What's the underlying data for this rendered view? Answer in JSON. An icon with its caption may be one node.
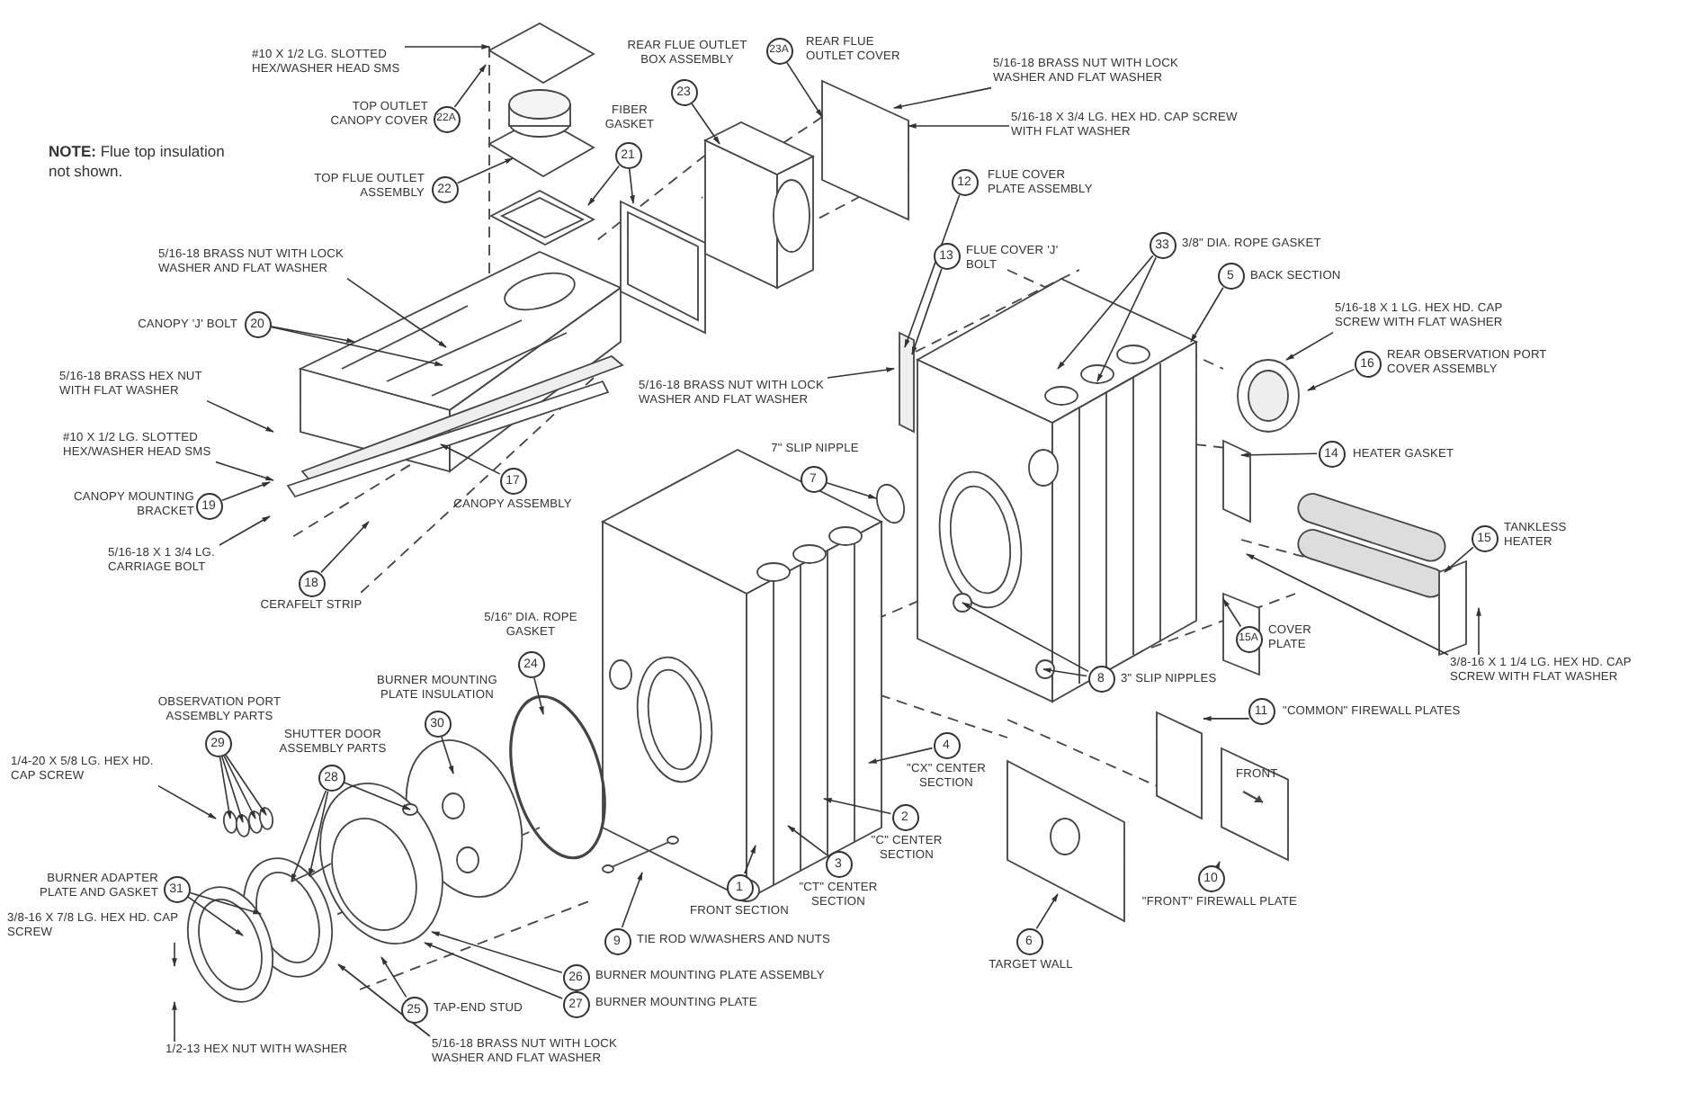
{
  "diagram": {
    "nodes": [
      {
        "text": [
          "#10 X 1/2 LG. SLOTTED HEX/WASHER HEAD SMS"
        ]
      },
      {
        "text": [
          "23A"
        ],
        "beside": [
          "REAR FLUE OUTLET COVER"
        ]
      },
      {
        "text": [
          "23"
        ],
        "beside": [
          "REAR FLUE OUTLET BOX ASSEMBLY"
        ]
      },
      {
        "text": [
          "5/16-18 BRASS NUT WITH LOCK WASHER AND FLAT WASHER"
        ]
      },
      {
        "text": [
          "22A"
        ],
        "beside": [
          "TOP OUTLET CANOPY COVER"
        ]
      },
      {
        "text": [
          "5/16-18 X 3/4 LG. HEX HD. CAP SCREW WITH FLAT WASHER"
        ]
      },
      {
        "text": [
          "21"
        ],
        "beside": [
          "FIBER GASKET"
        ]
      },
      {
        "text": [
          "12"
        ],
        "beside": [
          "FLUE COVER PLATE ASSEMBLY"
        ]
      },
      {
        "text": [
          "22"
        ],
        "beside": [
          "TOP FLUE OUTLET ASSEMBLY"
        ]
      },
      {
        "text": [
          "33"
        ],
        "beside": [
          "3/8\" DIA. ROPE GASKET"
        ]
      },
      {
        "text": [
          "13"
        ],
        "beside": [
          "FLUE COVER 'J' BOLT"
        ]
      },
      {
        "text": [
          "5/16-18 BRASS NUT WITH LOCK WASHER AND FLAT WASHER"
        ]
      },
      {
        "text": [
          "5"
        ],
        "beside": [
          "BACK SECTION"
        ]
      },
      {
        "text": [
          "5/16-18 X 1 LG. HEX HD. CAP SCREW WITH FLAT WASHER"
        ]
      },
      {
        "text": [
          "20"
        ],
        "beside": [
          "CANOPY 'J' BOLT"
        ]
      },
      {
        "text": [
          "16"
        ],
        "beside": [
          "REAR OBSERVATION PORT COVER ASSEMBLY"
        ]
      },
      {
        "text": [
          "5/16-18 BRASS HEX NUT WITH FLAT WASHER"
        ]
      },
      {
        "text": [
          "5/16-18 BRASS NUT WITH LOCK WASHER AND FLAT WASHER"
        ]
      },
      {
        "text": [
          "#10 X 1/2 LG. SLOTTED HEX/WASHER HEAD SMS"
        ]
      },
      {
        "text": [
          "14"
        ],
        "beside": [
          "HEATER GASKET"
        ]
      },
      {
        "text": [
          "7"
        ],
        "beside": [
          "7\" SLIP NIPPLE"
        ]
      },
      {
        "text": [
          "17"
        ],
        "beside": [
          "CANOPY ASSEMBLY"
        ]
      },
      {
        "text": [
          "19"
        ],
        "beside": [
          "CANOPY MOUNTING BRACKET"
        ]
      },
      {
        "text": [
          "15"
        ],
        "beside": [
          "TANKLESS HEATER"
        ]
      },
      {
        "text": [
          "5/16-18 X 1 3/4 LG. CARRIAGE BOLT"
        ]
      },
      {
        "text": [
          "18"
        ],
        "beside": [
          "CERAFELT STRIP"
        ]
      },
      {
        "text": [
          "24"
        ],
        "beside": [
          "5/16\" DIA. ROPE GASKET"
        ]
      },
      {
        "text": [
          "15A"
        ],
        "beside": [
          "COVER PLATE"
        ]
      },
      {
        "text": [
          "3/8-16 X 1 1/4 LG. HEX HD. CAP SCREW WITH FLAT WASHER"
        ]
      },
      {
        "text": [
          "8"
        ],
        "beside": [
          "3\" SLIP NIPPLES"
        ]
      },
      {
        "text": [
          "30"
        ],
        "beside": [
          "BURNER MOUNTING PLATE INSULATION"
        ]
      },
      {
        "text": [
          "29"
        ],
        "beside": [
          "OBSERVATION PORT ASSEMBLY PARTS"
        ]
      },
      {
        "text": [
          "11"
        ],
        "beside": [
          "\"COMMON\" FIREWALL PLATES"
        ]
      },
      {
        "text": [
          "4"
        ],
        "beside": [
          "\"CX\" CENTER SECTION"
        ]
      },
      {
        "text": [
          "28"
        ],
        "beside": [
          "SHUTTER DOOR ASSEMBLY PARTS"
        ]
      },
      {
        "text": [
          "1/4-20 X 5/8 LG. HEX HD. CAP SCREW"
        ]
      },
      {
        "text": [
          "2"
        ],
        "beside": [
          "\"C\" CENTER SECTION"
        ]
      },
      {
        "text": [
          "3"
        ],
        "beside": [
          "\"CT\" CENTER SECTION"
        ]
      },
      {
        "text": [
          "31"
        ],
        "beside": [
          "BURNER ADAPTER PLATE AND GASKET"
        ]
      },
      {
        "text": [
          "10"
        ],
        "beside": [
          "\"FRONT\" FIREWALL PLATE"
        ]
      },
      {
        "text": [
          "1"
        ],
        "beside": [
          "FRONT SECTION"
        ]
      },
      {
        "text": [
          "3/8-16 X 7/8 LG. HEX HD. CAP SCREW"
        ]
      },
      {
        "text": [
          "9"
        ],
        "beside": [
          "TIE ROD W/WASHERS AND NUTS"
        ]
      },
      {
        "text": [
          "6"
        ],
        "beside": [
          "TARGET WALL"
        ]
      },
      {
        "text": [
          "26"
        ],
        "beside": [
          "BURNER MOUNTING PLATE ASSEMBLY"
        ]
      },
      {
        "text": [
          "27"
        ],
        "beside": [
          "BURNER MOUNTING PLATE"
        ]
      },
      {
        "text": [
          "25"
        ],
        "beside": [
          "TAP-END STUD"
        ]
      },
      {
        "text": [
          "5/16-18 BRASS NUT WITH LOCK WASHER AND FLAT WASHER"
        ]
      },
      {
        "text": [
          "1/2-13 HEX NUT WITH WASHER"
        ]
      },
      {
        "text": [],
        "shape": "box"
      },
      {
        "text": [
          "FRONT"
        ]
      }
    ],
    "edges": [
      {
        "from": 0,
        "to": null,
        "arrow": "to"
      },
      {
        "from": 1,
        "to": null,
        "arrow": "to"
      },
      {
        "from": 2,
        "to": null,
        "arrow": "to"
      },
      {
        "from": 3,
        "to": null,
        "arrow": "to"
      },
      {
        "from": 4,
        "to": null,
        "arrow": "to"
      },
      {
        "from": 5,
        "to": null,
        "arrow": "to"
      },
      {
        "from": 6,
        "to": null,
        "arrow": "to"
      },
      {
        "from": 6,
        "to": null,
        "arrow": "to"
      },
      {
        "from": 7,
        "to": null,
        "arrow": "to"
      },
      {
        "from": 8,
        "to": null,
        "arrow": "to"
      },
      {
        "from": 9,
        "to": null,
        "arrow": "to"
      },
      {
        "from": 9,
        "to": null,
        "arrow": "to"
      },
      {
        "from": 10,
        "to": null,
        "arrow": "to"
      },
      {
        "from": 11,
        "to": null,
        "arrow": "to"
      },
      {
        "from": 12,
        "to": null,
        "arrow": "to"
      },
      {
        "from": 13,
        "to": null,
        "arrow": "to"
      },
      {
        "from": 14,
        "to": null,
        "arrow": "to"
      },
      {
        "from": 14,
        "to": null,
        "arrow": "to"
      },
      {
        "from": 15,
        "to": null,
        "arrow": "to"
      },
      {
        "from": 16,
        "to": null,
        "arrow": "to"
      },
      {
        "from": 17,
        "to": null,
        "arrow": "to"
      },
      {
        "from": 18,
        "to": null,
        "arrow": "to"
      },
      {
        "from": 19,
        "to": null,
        "arrow": "to"
      },
      {
        "from": 20,
        "to": null,
        "arrow": "to"
      },
      {
        "from": 21,
        "to": null,
        "arrow": "to"
      },
      {
        "from": 22,
        "to": null,
        "arrow": "to"
      },
      {
        "from": 23,
        "to": null,
        "arrow": "to"
      },
      {
        "from": 24,
        "to": null,
        "arrow": "to"
      },
      {
        "from": 25,
        "to": null,
        "arrow": "to"
      },
      {
        "from": 26,
        "to": null,
        "arrow": "to"
      },
      {
        "from": 27,
        "to": null,
        "arrow": "to"
      },
      {
        "from": 28,
        "to": null,
        "arrow": "to"
      },
      {
        "from": 28,
        "to": null,
        "arrow": "to"
      },
      {
        "from": 29,
        "to": null,
        "arrow": "to"
      },
      {
        "from": 29,
        "to": null,
        "arrow": "to"
      },
      {
        "from": 30,
        "to": null,
        "arrow": "to"
      },
      {
        "from": 31,
        "to": null,
        "arrow": "to"
      },
      {
        "from": 31,
        "to": null,
        "arrow": "to"
      },
      {
        "from": 31,
        "to": null,
        "arrow": "to"
      },
      {
        "from": 31,
        "to": null,
        "arrow": "to"
      },
      {
        "from": 32,
        "to": 49,
        "arrow": "to"
      },
      {
        "from": 33,
        "to": null,
        "arrow": "to"
      },
      {
        "from": 34,
        "to": null,
        "arrow": "to"
      },
      {
        "from": 34,
        "to": null,
        "arrow": "to"
      },
      {
        "from": 34,
        "to": null,
        "arrow": "to"
      },
      {
        "from": 35,
        "to": null,
        "arrow": "to"
      },
      {
        "from": 36,
        "to": null,
        "arrow": "to"
      },
      {
        "from": 37,
        "to": null,
        "arrow": "to"
      },
      {
        "from": 38,
        "to": null,
        "arrow": "to"
      },
      {
        "from": 38,
        "to": null,
        "arrow": "to"
      },
      {
        "from": 39,
        "to": 50,
        "arrow": "to"
      },
      {
        "from": 40,
        "to": null,
        "arrow": "to"
      },
      {
        "from": 41,
        "to": null,
        "arrow": "to"
      },
      {
        "from": 42,
        "to": null,
        "arrow": "to"
      },
      {
        "from": 43,
        "to": null,
        "arrow": "to"
      },
      {
        "from": 44,
        "to": null,
        "arrow": "to"
      },
      {
        "from": 45,
        "to": null,
        "arrow": "to"
      },
      {
        "from": 46,
        "to": null,
        "arrow": "to"
      },
      {
        "from": 47,
        "to": null,
        "arrow": "to"
      },
      {
        "from": 48,
        "to": null,
        "arrow": "to"
      }
    ],
    "labels": [
      "**NOTE:** Flue top insulation not shown."
    ]
  }
}
